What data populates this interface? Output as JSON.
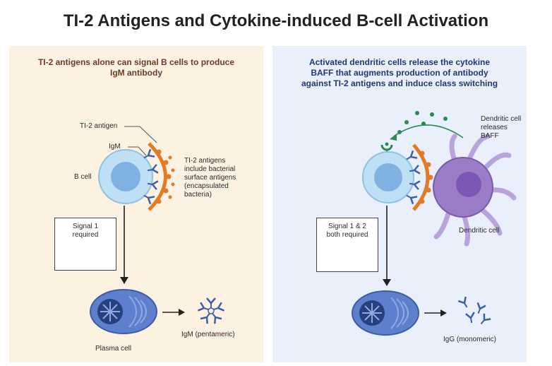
{
  "title": "TI-2 Antigens and Cytokine-induced B-cell Activation",
  "left": {
    "heading_line1": "TI-2 antigens alone can signal B cells to produce",
    "heading_line2": "IgM antibody",
    "ti2_antigen_label": "TI-2 antigen",
    "igm_label": "IgM",
    "bcell_label": "B cell",
    "note_line1": "TI-2 antigens",
    "note_line2": "include bacterial",
    "note_line3": "surface antigens",
    "note_line4": "(encapsulated",
    "note_line5": "bacteria)",
    "signal_line1": "Signal 1",
    "signal_line2": "required",
    "plasma_label": "Plasma cell",
    "product_label": "IgM (pentameric)"
  },
  "right": {
    "heading_line1": "Activated dendritic cells release the cytokine",
    "heading_line2": "BAFF that augments production of antibody",
    "heading_line3": "against TI-2 antigens and induce class switching",
    "release_line1": "Dendritic cell",
    "release_line2": "releases BAFF",
    "dendritic_label": "Dendritic cell",
    "signal_line1": "Signal 1 & 2",
    "signal_line2": "both required",
    "product_label": "IgG (monomeric)"
  },
  "colors": {
    "left_bg": "#fdf1e1",
    "right_bg": "#e9f0fb",
    "bcell": "#a9d3ef",
    "antigen": "#e07c28",
    "antibody": "#3d5fa8",
    "dendritic": "#9b7cc6",
    "baff": "#2e8a52"
  }
}
